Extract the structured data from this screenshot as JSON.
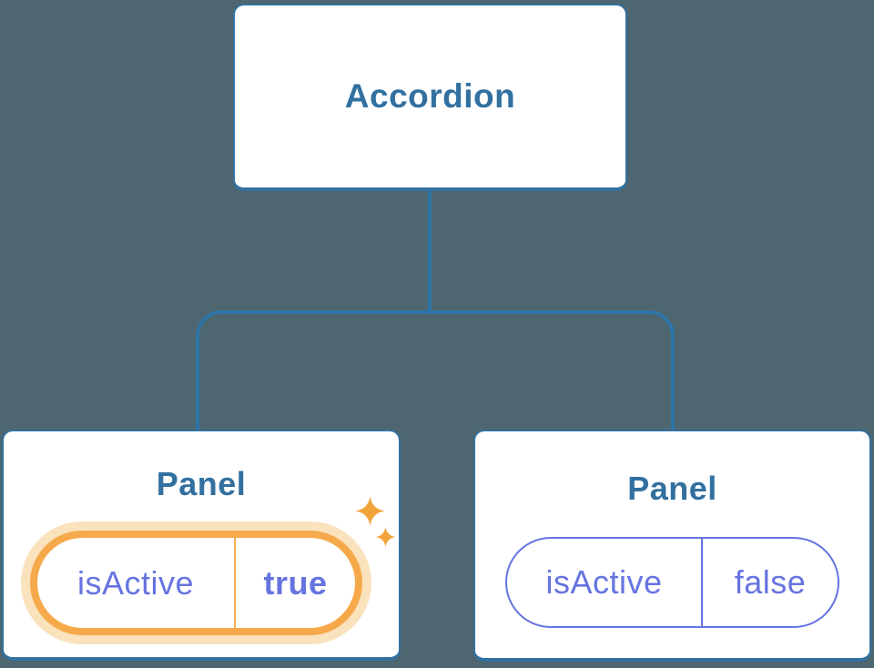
{
  "theme": {
    "bg": "#4D6670",
    "line": "#2E74A6",
    "node-bg": "#FFFFFF",
    "node-border": "#33719F",
    "node-text": "#32709F",
    "purple": "#6674E0",
    "orange": "#F6A94B",
    "orange-glow": "#FAE2BC",
    "orange-divider": "#F3AE55",
    "sparkle": "#F2A43C"
  },
  "diagram": {
    "root": {
      "label": "Accordion"
    },
    "children": [
      {
        "label": "Panel",
        "active": true,
        "state": {
          "key": "isActive",
          "value": "true"
        }
      },
      {
        "label": "Panel",
        "active": false,
        "state": {
          "key": "isActive",
          "value": "false"
        }
      }
    ],
    "icons": {
      "sparkles": "✦"
    }
  }
}
